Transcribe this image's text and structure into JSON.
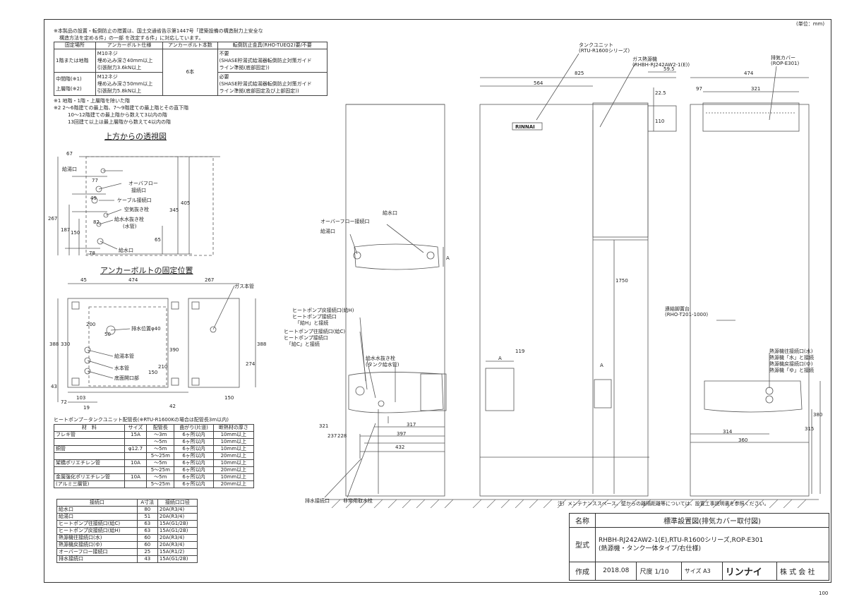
{
  "units_label": "(単位：mm)",
  "sheet_number": "100",
  "notes": {
    "top_1": "※本製品の設置・転倒防止の措置は、国土交通省告示第1447号「建築設備の構造耐力上安全な",
    "top_2": "構造方法を定める件」の一部 を改定する件」に対応しています。",
    "foot_1": "※1 地階・1階・上層階を除いた階",
    "foot_2": "※2 2～6階建ての最上階、7～9階建ての最上階とその直下階",
    "foot_3": "10～12階建ての最上階から数えて3以内の階",
    "foot_4": "13回建て以上は最上層階から数えて4以内の階",
    "bottom": "注）メンテナンススペース、壁からの離隔距離等については、設置工事説明書を参照ください。"
  },
  "anchor_table": {
    "headers": [
      "固定場所",
      "アンカーボルト仕様",
      "アンカーボルト本数",
      "転倒防止金具(RHO-TUEQ2)要/不要"
    ],
    "row1": {
      "place": "1階または地階",
      "spec_1": "M10ネジ",
      "spec_2": "埋め込み深さ40mm以上",
      "spec_3": "引張耐力3.6kN以上",
      "count": "6本",
      "need_1": "不要",
      "need_2": "(SHASE貯湯式給湯器転倒防止対策ガイド",
      "need_3": "ライン準拠(底部固定))"
    },
    "row2": {
      "place_1": "中間階(※1)",
      "place_2": "上層階(※2)",
      "spec_1": "M12ネジ",
      "spec_2": "埋め込み深さ50mm以上",
      "spec_3": "引張耐力5.8kN以上",
      "need_1": "必要",
      "need_2": "(SHASE貯湯式給湯器転倒防止対策ガイド",
      "need_3": "ライン準拠(底部固定及び上部固定))"
    }
  },
  "top_view": {
    "title": "上方からの透視図",
    "labels": [
      "給湯口",
      "オーバフロー",
      "接続口",
      "ケーブル接続口",
      "空気抜き栓",
      "給水水抜き栓",
      "(水管)",
      "給水口"
    ],
    "dims": [
      "67",
      "77",
      "49",
      "82",
      "78",
      "267",
      "187",
      "150",
      "345",
      "405",
      "65"
    ]
  },
  "anchor_view": {
    "title": "アンカーボルトの固定位置",
    "labels": [
      "ガス本管",
      "排水位置φ40",
      "給湯本管",
      "水本管",
      "底面開口部"
    ],
    "dims": [
      "45",
      "474",
      "267",
      "200",
      "50",
      "388",
      "330",
      "390",
      "210",
      "150",
      "43",
      "103",
      "72",
      "19",
      "388",
      "274",
      "150",
      "42"
    ]
  },
  "pipe_table": {
    "caption": "ヒートポンプ－タンクユニット配管長(※RTU-R1600Kの場合は配管長3m以内)",
    "headers": [
      "材　料",
      "サイズ",
      "配管長",
      "曲がり(片道)",
      "断熱材の厚さ"
    ],
    "rows": [
      [
        "フレキ管",
        "15A",
        "～3m",
        "6ヶ所以内",
        "10mm以上"
      ],
      [
        "",
        "",
        "～5m",
        "6ヶ所以内",
        "10mm以上"
      ],
      [
        "銅管",
        "φ12.7",
        "～5m",
        "6ヶ所以内",
        "10mm以上"
      ],
      [
        "",
        "",
        "5～25m",
        "6ヶ所以内",
        "20mm以上"
      ],
      [
        "架橋ポリエチレン管",
        "10A",
        "～5m",
        "6ヶ所以内",
        "10mm以上"
      ],
      [
        "",
        "",
        "5～25m",
        "6ヶ所以内",
        "20mm以上"
      ],
      [
        "金属強化ポリエチレン管",
        "10A",
        "～5m",
        "6ヶ所以内",
        "10mm以上"
      ],
      [
        "(アルミ三層管)",
        "",
        "5～25m",
        "6ヶ所以内",
        "20mm以上"
      ]
    ]
  },
  "connection_table": {
    "headers": [
      "接続口",
      "A寸法",
      "接続口口径"
    ],
    "rows": [
      [
        "給水口",
        "80",
        "20A(R3/4)"
      ],
      [
        "給湯口",
        "51",
        "20A(R3/4)"
      ],
      [
        "ヒートポンプ往接続口(給C)",
        "63",
        "15A(G1/2B)"
      ],
      [
        "ヒートポンプ戻接続口(給H)",
        "63",
        "15A(G1/2B)"
      ],
      [
        "熱源機往接続口(水)",
        "60",
        "20A(R3/4)"
      ],
      [
        "熱源機戻接続口(ゆ)",
        "60",
        "20A(R3/4)"
      ],
      [
        "オーバーフロー接続口",
        "25",
        "15A(R1/2)"
      ],
      [
        "排水接続口",
        "43",
        "15A(G1/2B)"
      ]
    ]
  },
  "elevation": {
    "labels": {
      "tank_unit_1": "タンクユニット",
      "tank_unit_2": "(RTU-R1600シリーズ)",
      "gas_heater_1": "ガス熱源機",
      "gas_heater_2": "(RHBH-RJ242AW2-1(E))",
      "exhaust_1": "排気カバー",
      "exhaust_2": "(ROP-E301)",
      "stand_1": "連結脚置台",
      "stand_2": "(RHO-T201-1000)",
      "overflow": "オーバーフロー接続口",
      "water_in": "給水口",
      "hot_out": "給湯口",
      "hp_return_1": "ヒートポンプ戻接続口(給H)",
      "hp_return_2": "ヒートポンプ接続口",
      "hp_return_3": "「給H」と接続",
      "hp_go_1": "ヒートポンプ往接続口(給C)",
      "hp_go_2": "ヒートポンプ接続口",
      "hp_go_3": "「給C」と接続",
      "drain_valve_1": "給水水抜き栓",
      "drain_valve_2": "(タンク給水管)",
      "drain_conn": "排水接続口",
      "emergency": "非常用取水栓",
      "hs_go_1": "熱源機往接続口(水)",
      "hs_go_2": "熱源機「水」と接続",
      "hs_ret_1": "熱源機戻接続口(ゆ)",
      "hs_ret_2": "熱源機「ゆ」と接続",
      "brand_plate": "RINNAI"
    },
    "dims": [
      "825",
      "564",
      "59.5",
      "22.5",
      "110",
      "474",
      "97",
      "321",
      "1750",
      "119",
      "A",
      "A",
      "A",
      "321",
      "237",
      "228",
      "317",
      "397",
      "432",
      "314",
      "360",
      "315",
      "380"
    ]
  },
  "title_block": {
    "name_label": "名称",
    "name_value": "標準設置図(排気カバー取付図)",
    "model_label": "型式",
    "model_value_1": "RHBH-RJ242AW2-1(E),RTU-R1600シリーズ,ROP-E301",
    "model_value_2": "(熱源機・タンク一体タイプ/右仕様)",
    "made_label": "作成",
    "date": "2018.08",
    "scale_label": "尺度",
    "scale": "1/10",
    "size_label": "サイズ",
    "size": "A3",
    "company_logo": "リンナイ",
    "company_suffix": "株 式 会 社"
  }
}
